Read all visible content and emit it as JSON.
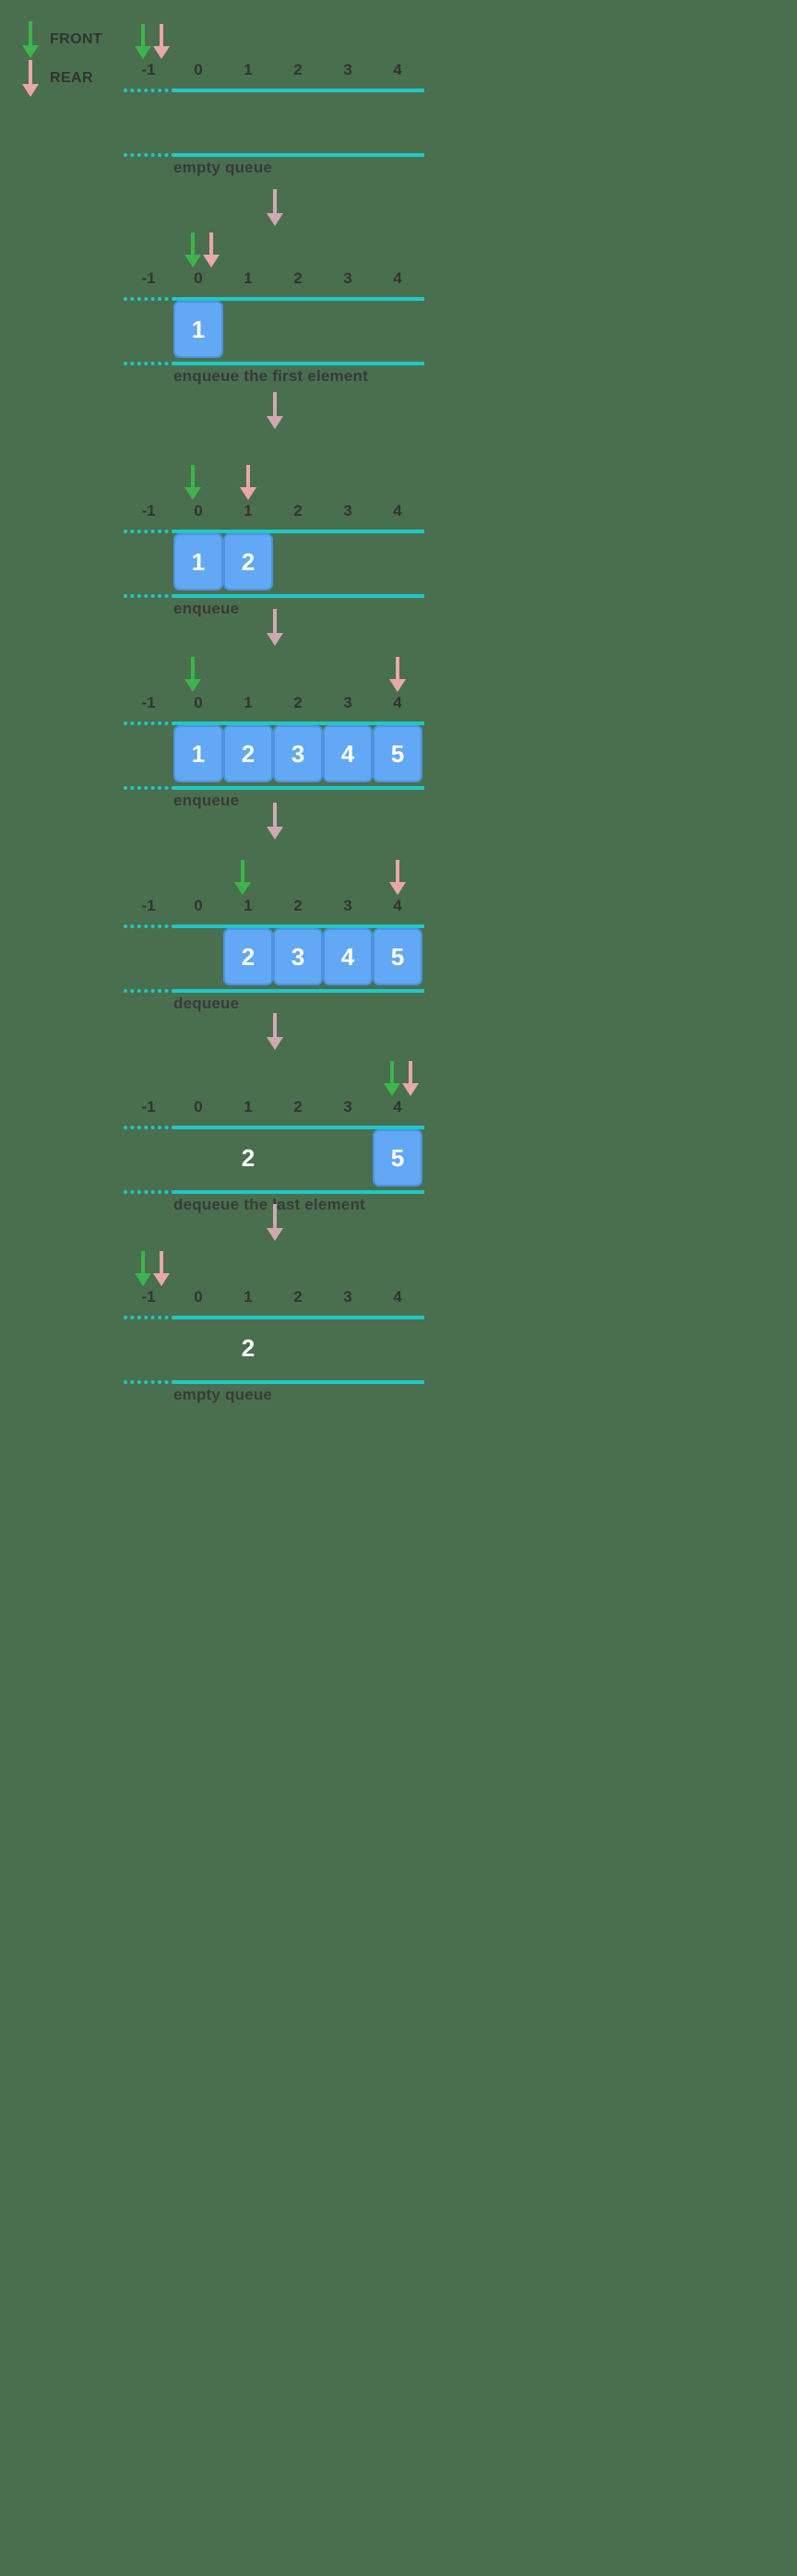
{
  "legend": {
    "items": [
      {
        "label": "FRONT",
        "icon": "down-arrow-green-icon",
        "color": "#3cb44b"
      },
      {
        "label": "REAR",
        "icon": "down-arrow-pink-icon",
        "color": "#e8a8a8"
      }
    ]
  },
  "colors": {
    "background": "#4a6f4f",
    "front_arrow": "#3cb44b",
    "rear_arrow": "#e8a8a8",
    "rail": "#1ec8c8",
    "cell_fill": "#63a8f4",
    "cell_border": "#4e93e0",
    "cell_text": "#ffffff",
    "label_text": "#333333",
    "transition_arrow": "#cfa8b4"
  },
  "indices": [
    "-1",
    "0",
    "1",
    "2",
    "3",
    "4"
  ],
  "chart_data": {
    "type": "diagram",
    "title": "Queue enqueue / dequeue operations",
    "index_labels": [
      "-1",
      "0",
      "1",
      "2",
      "3",
      "4"
    ],
    "steps": [
      {
        "caption": "empty queue",
        "values": [
          null,
          null,
          null,
          null,
          null
        ],
        "front_index": -1,
        "rear_index": -1
      },
      {
        "caption": "enqueue the first element",
        "values": [
          "1",
          null,
          null,
          null,
          null
        ],
        "front_index": 0,
        "rear_index": 0
      },
      {
        "caption": "enqueue",
        "values": [
          "1",
          "2",
          null,
          null,
          null
        ],
        "front_index": 0,
        "rear_index": 1
      },
      {
        "caption": "enqueue",
        "values": [
          "1",
          "2",
          "3",
          "4",
          "5"
        ],
        "front_index": 0,
        "rear_index": 4
      },
      {
        "caption": "dequeue",
        "values": [
          null,
          "2",
          "3",
          "4",
          "5"
        ],
        "front_index": 1,
        "rear_index": 4
      },
      {
        "caption": "dequeue the last element",
        "values": [
          null,
          "2",
          null,
          null,
          "5"
        ],
        "front_index": 4,
        "rear_index": 4
      },
      {
        "caption": "empty queue",
        "values": [
          null,
          "2",
          null,
          null,
          null
        ],
        "front_index": -1,
        "rear_index": -1
      }
    ]
  },
  "steps": [
    {
      "caption": "empty queue",
      "cells": [
        {
          "slot": 0,
          "value": "",
          "filled": false
        },
        {
          "slot": 1,
          "value": "",
          "filled": false
        },
        {
          "slot": 2,
          "value": "",
          "filled": false
        },
        {
          "slot": 3,
          "value": "",
          "filled": false
        },
        {
          "slot": 4,
          "value": "",
          "filled": false
        }
      ],
      "front_slot": -1,
      "rear_slot": -1
    },
    {
      "caption": "enqueue the first element",
      "cells": [
        {
          "slot": 0,
          "value": "1",
          "filled": true
        }
      ],
      "front_slot": 0,
      "rear_slot": 0
    },
    {
      "caption": "enqueue",
      "cells": [
        {
          "slot": 0,
          "value": "1",
          "filled": true
        },
        {
          "slot": 1,
          "value": "2",
          "filled": true
        }
      ],
      "front_slot": 0,
      "rear_slot": 1
    },
    {
      "caption": "enqueue",
      "cells": [
        {
          "slot": 0,
          "value": "1",
          "filled": true
        },
        {
          "slot": 1,
          "value": "2",
          "filled": true
        },
        {
          "slot": 2,
          "value": "3",
          "filled": true
        },
        {
          "slot": 3,
          "value": "4",
          "filled": true
        },
        {
          "slot": 4,
          "value": "5",
          "filled": true
        }
      ],
      "front_slot": 0,
      "rear_slot": 4
    },
    {
      "caption": "dequeue",
      "cells": [
        {
          "slot": 1,
          "value": "2",
          "filled": true
        },
        {
          "slot": 2,
          "value": "3",
          "filled": true
        },
        {
          "slot": 3,
          "value": "4",
          "filled": true
        },
        {
          "slot": 4,
          "value": "5",
          "filled": true
        }
      ],
      "front_slot": 1,
      "rear_slot": 4
    },
    {
      "caption": "dequeue the last element",
      "cells": [
        {
          "slot": 1,
          "value": "2",
          "filled": false
        },
        {
          "slot": 4,
          "value": "5",
          "filled": true
        }
      ],
      "front_slot": 4,
      "rear_slot": 4
    },
    {
      "caption": "empty queue",
      "cells": [
        {
          "slot": 1,
          "value": "2",
          "filled": false
        }
      ],
      "front_slot": -1,
      "rear_slot": -1
    }
  ]
}
